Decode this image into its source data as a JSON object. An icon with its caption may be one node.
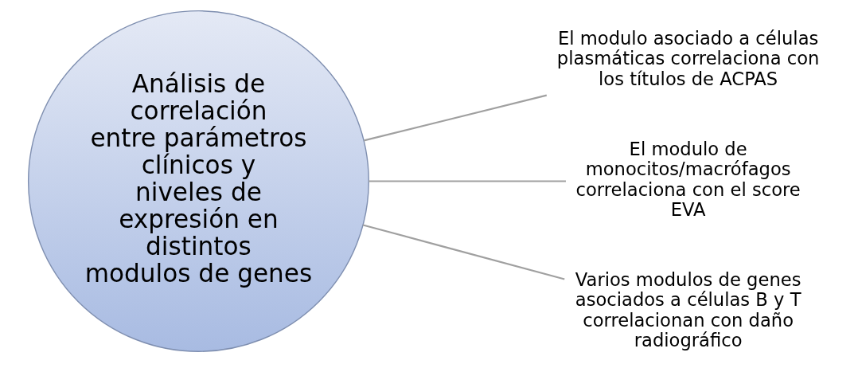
{
  "diagram": {
    "nodes": [
      {
        "text": [
          "Análisis de correlación entre parámetros clínicos y niveles de expresión en distintos modulos de genes"
        ]
      },
      {
        "text": [
          "El modulo asociado a células plasmáticas correlaciona con los títulos de ACPAS"
        ]
      },
      {
        "text": [
          "El modulo de monocitos/macrófagos correlaciona con el score EVA"
        ]
      },
      {
        "text": [
          "Varios modulos de genes asociados a células B y T correlacionan con daño radiográfico"
        ]
      }
    ],
    "edges": [
      {
        "from": 0,
        "to": 1,
        "arrow": "none"
      },
      {
        "from": 0,
        "to": 2,
        "arrow": "none"
      },
      {
        "from": 0,
        "to": 3,
        "arrow": "none"
      }
    ]
  }
}
